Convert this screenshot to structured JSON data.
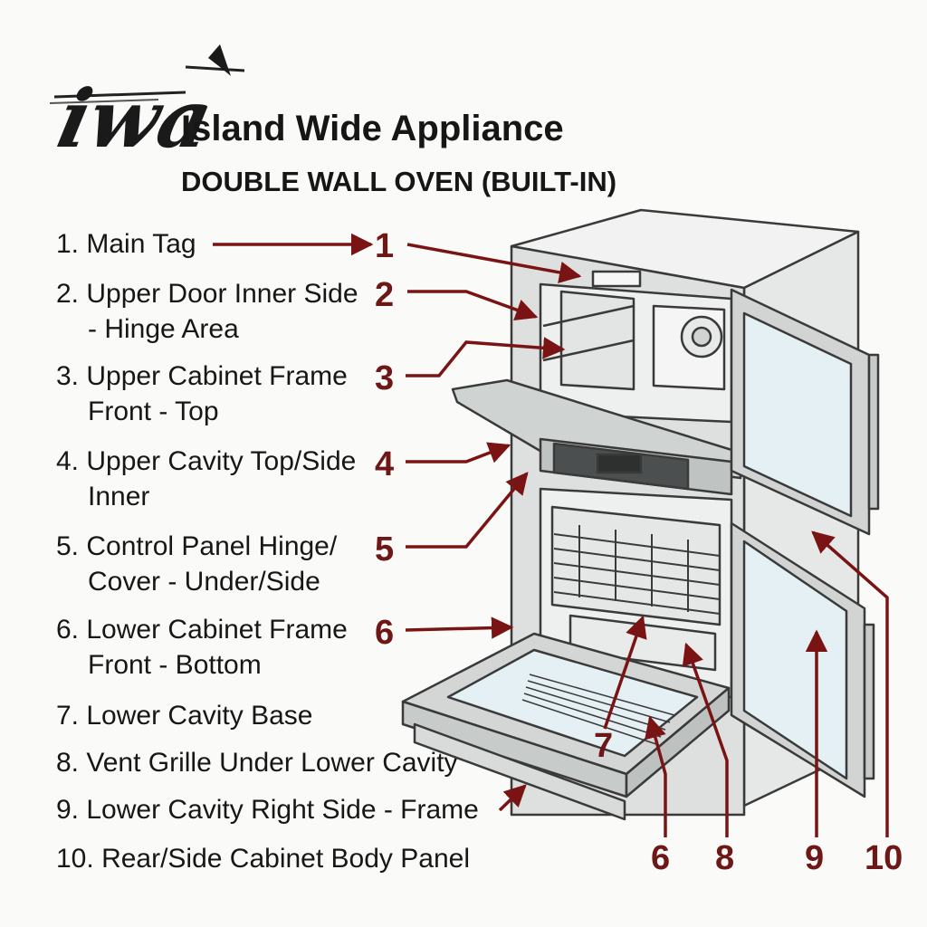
{
  "logo": {
    "text": "IWA"
  },
  "header": {
    "brand": "Island Wide Appliance",
    "subtitle": "DOUBLE WALL OVEN (BUILT-IN)"
  },
  "legend": [
    {
      "num": "1.",
      "lines": [
        "Main Tag"
      ]
    },
    {
      "num": "2.",
      "lines": [
        "Upper Door Inner Side",
        "- Hinge Area"
      ]
    },
    {
      "num": "3.",
      "lines": [
        "Upper Cabinet Frame",
        "Front - Top"
      ]
    },
    {
      "num": "4.",
      "lines": [
        "Upper Cavity Top/Side",
        "Inner"
      ]
    },
    {
      "num": "5.",
      "lines": [
        "Control Panel Hinge/",
        "Cover - Under/Side"
      ]
    },
    {
      "num": "6.",
      "lines": [
        "Lower Cabinet Frame",
        "Front - Bottom"
      ]
    },
    {
      "num": "7.",
      "lines": [
        "Lower Cavity Base"
      ]
    },
    {
      "num": "8.",
      "lines": [
        "Vent Grille Under Lower Cavity"
      ]
    },
    {
      "num": "9.",
      "lines": [
        "Lower Cavity Right Side - Frame"
      ]
    },
    {
      "num": "10.",
      "lines": [
        "Rear/Side Cabinet Body Panel"
      ]
    }
  ],
  "callouts": {
    "c1": "1",
    "c2": "2",
    "c3": "3",
    "c4": "4",
    "c5": "5",
    "c6": "6",
    "c7": "7",
    "c6b": "6",
    "c8": "8",
    "c9": "9",
    "c10": "10"
  },
  "colors": {
    "arrow": "#7a1414",
    "callout_text": "#6e1717",
    "outline": "#3a3a3a",
    "glass": "#e4f0f4",
    "metal": "#d9dcdc"
  }
}
